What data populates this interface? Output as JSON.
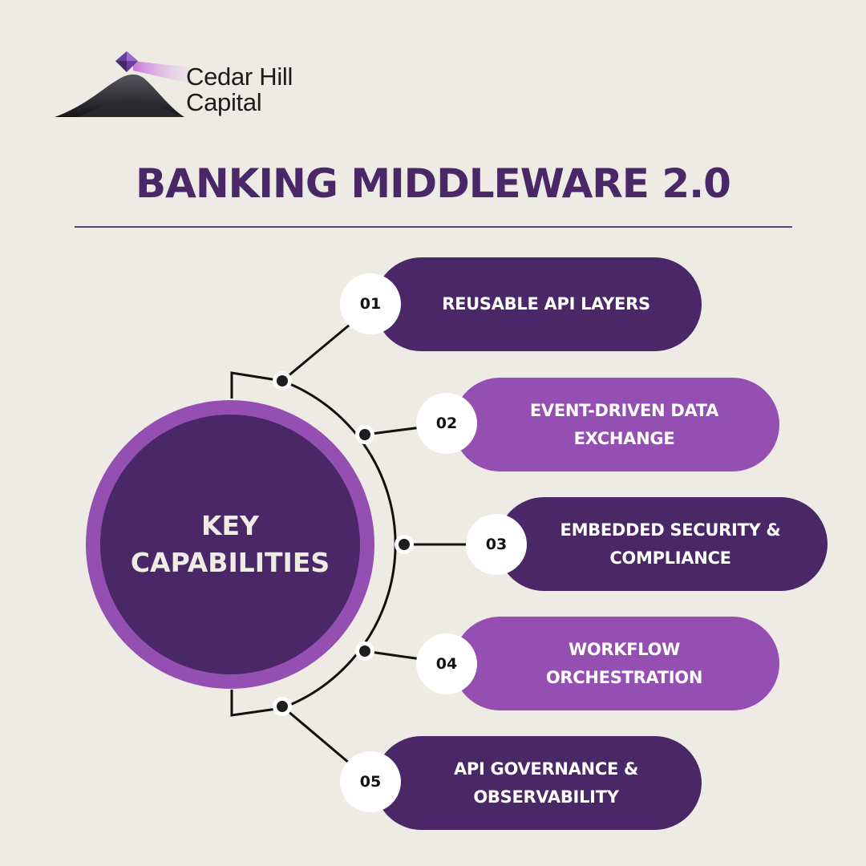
{
  "brand": {
    "name_line1": "Cedar Hill",
    "name_line2": "Capital",
    "logo_icon": "mountain-diamond-logo"
  },
  "title": "BANKING MIDDLEWARE 2.0",
  "center": {
    "line1": "KEY",
    "line2": "CAPABILITIES"
  },
  "colors": {
    "background": "#eeebe5",
    "dark_purple": "#4a2767",
    "light_purple": "#954fb3",
    "connector": "#111111"
  },
  "capabilities": [
    {
      "number": "01",
      "line1": "REUSABLE API LAYERS",
      "line2": "",
      "style": "dark"
    },
    {
      "number": "02",
      "line1": "EVENT-DRIVEN DATA",
      "line2": "EXCHANGE",
      "style": "light"
    },
    {
      "number": "03",
      "line1": "EMBEDDED SECURITY &",
      "line2": "COMPLIANCE",
      "style": "dark"
    },
    {
      "number": "04",
      "line1": "WORKFLOW",
      "line2": "ORCHESTRATION",
      "style": "light"
    },
    {
      "number": "05",
      "line1": "API GOVERNANCE &",
      "line2": "OBSERVABILITY",
      "style": "dark"
    }
  ]
}
